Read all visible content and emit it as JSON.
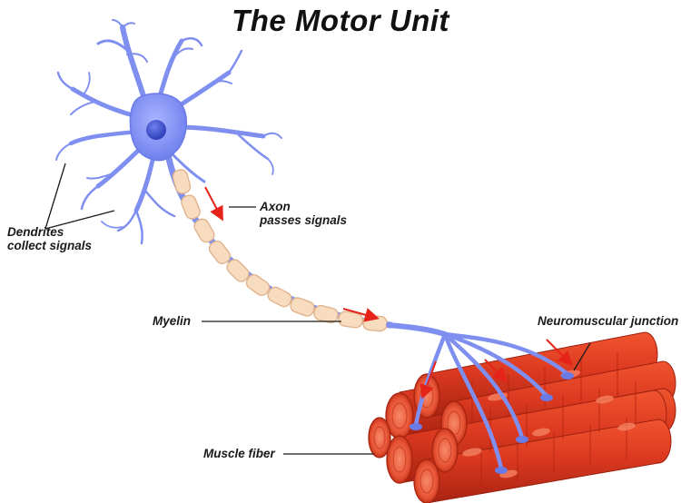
{
  "title": "The Motor Unit",
  "labels": {
    "dendrites_line1": "Dendrites",
    "dendrites_line2": "collect signals",
    "axon_line1": "Axon",
    "axon_line2": "passes signals",
    "myelin": "Myelin",
    "neuromuscular_junction": "Neuromuscular junction",
    "muscle_fiber": "Muscle fiber"
  },
  "colors": {
    "neuron": "#7f8ff0",
    "neuron_dark": "#5566d8",
    "nucleus": "#3d4fc9",
    "myelin": "#f8dcc0",
    "myelin_edge": "#e0b48e",
    "muscle": "#e03a22",
    "muscle_dark": "#b92914",
    "muscle_light": "#f5835e",
    "arrow": "#e52319",
    "line": "#1a1a1a"
  }
}
